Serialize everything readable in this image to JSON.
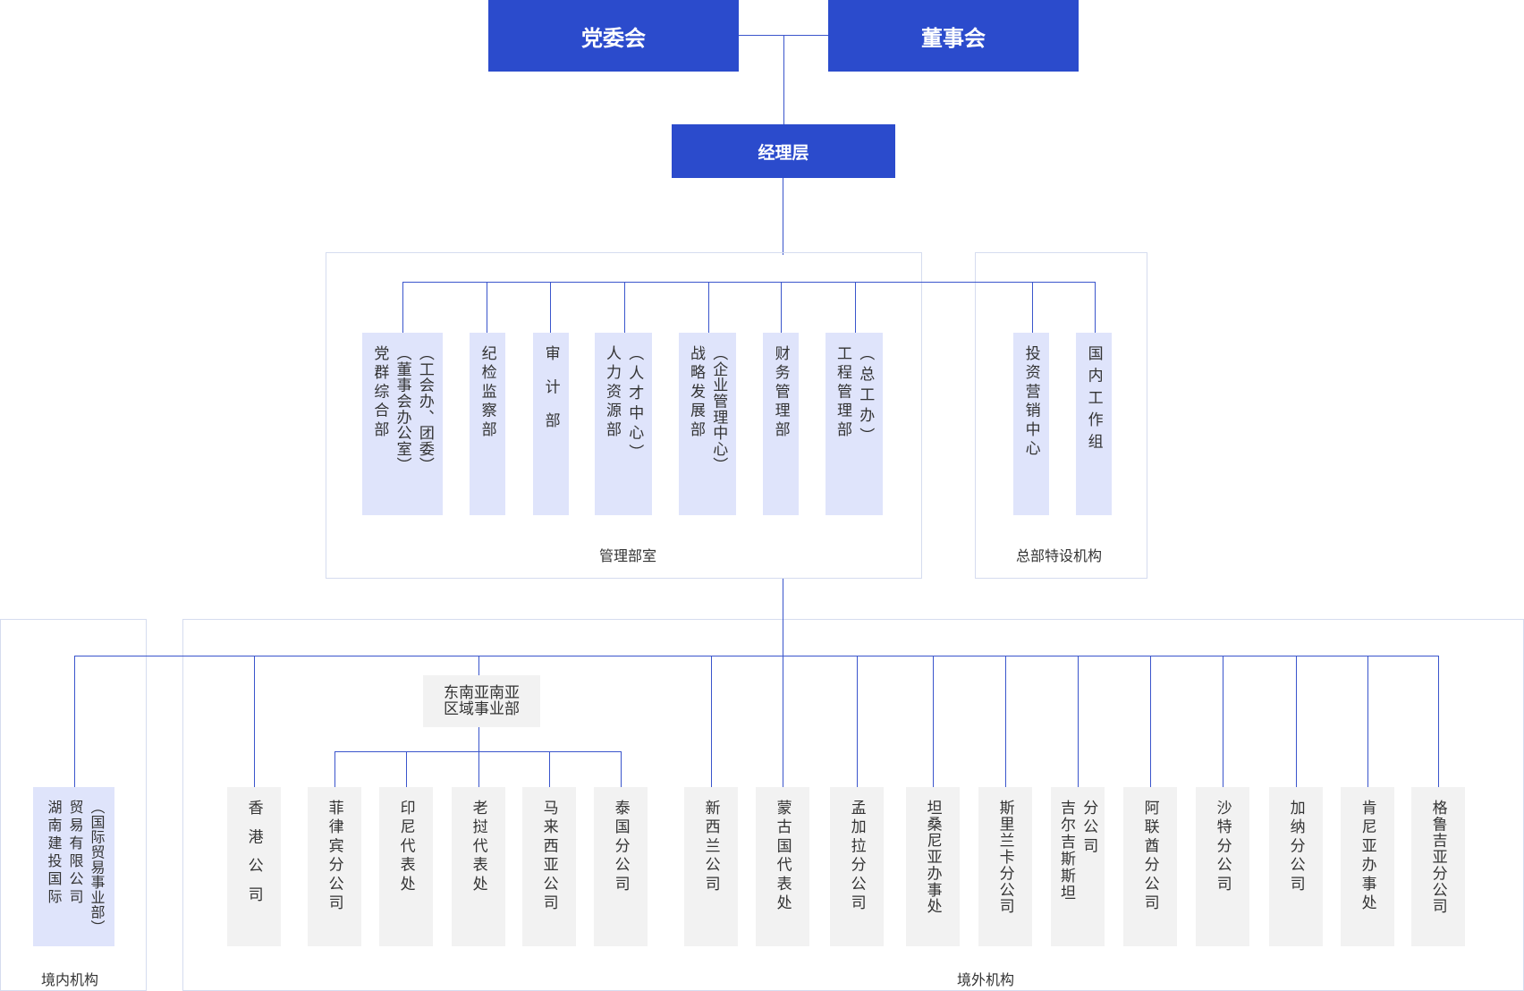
{
  "top": {
    "party_committee": "党委会",
    "board": "董事会",
    "management": "经理层"
  },
  "groups": {
    "admin_label": "管理部室",
    "special_label": "总部特设机构",
    "domestic_label": "境内机构",
    "overseas_label": "境外机构"
  },
  "admin_depts": [
    {
      "main": "党群综合部",
      "sub": [
        "（工会办、团委）",
        "（董事会办公室）"
      ]
    },
    {
      "main": "纪检监察部",
      "sub": []
    },
    {
      "main": "审计部",
      "sub": []
    },
    {
      "main": "人力资源部",
      "sub": [
        "（人才中心）"
      ]
    },
    {
      "main": "战略发展部",
      "sub": [
        "（企业管理中心）"
      ]
    },
    {
      "main": "财务管理部",
      "sub": []
    },
    {
      "main": "工程管理部",
      "sub": [
        "（总工办）"
      ]
    }
  ],
  "special_orgs": [
    {
      "main": "投资营销中心",
      "sub": []
    },
    {
      "main": "国内工作组",
      "sub": []
    }
  ],
  "domestic_orgs": [
    {
      "main": "湖南建投国际",
      "sub": [
        "贸易有限公司",
        "（国际贸易事业部）"
      ]
    }
  ],
  "regional_division": {
    "line1": "东南亚南亚",
    "line2": "区域事业部"
  },
  "regional_companies": [
    {
      "main": "菲律宾分公司",
      "sub": []
    },
    {
      "main": "印尼代表处",
      "sub": []
    },
    {
      "main": "老挝代表处",
      "sub": []
    },
    {
      "main": "马来西亚公司",
      "sub": []
    },
    {
      "main": "泰国分公司",
      "sub": []
    }
  ],
  "overseas_orgs": [
    {
      "main": "香港公司",
      "sub": []
    },
    {
      "main": "新西兰公司",
      "sub": []
    },
    {
      "main": "蒙古国代表处",
      "sub": []
    },
    {
      "main": "孟加拉分公司",
      "sub": []
    },
    {
      "main": "坦桑尼亚办事处",
      "sub": []
    },
    {
      "main": "斯里兰卡分公司",
      "sub": []
    },
    {
      "main": "吉尔吉斯斯坦",
      "sub": [
        "分公司"
      ]
    },
    {
      "main": "阿联酋分公司",
      "sub": []
    },
    {
      "main": "沙特分公司",
      "sub": []
    },
    {
      "main": "加纳分公司",
      "sub": []
    },
    {
      "main": "肯尼亚办事处",
      "sub": []
    },
    {
      "main": "格鲁吉亚分公司",
      "sub": []
    }
  ],
  "colors": {
    "primary": "#2b4bcc",
    "line": "#3a55cc",
    "light_blue": "#dfe4fb",
    "grey": "#f2f2f2",
    "frame": "#d5dcef"
  }
}
